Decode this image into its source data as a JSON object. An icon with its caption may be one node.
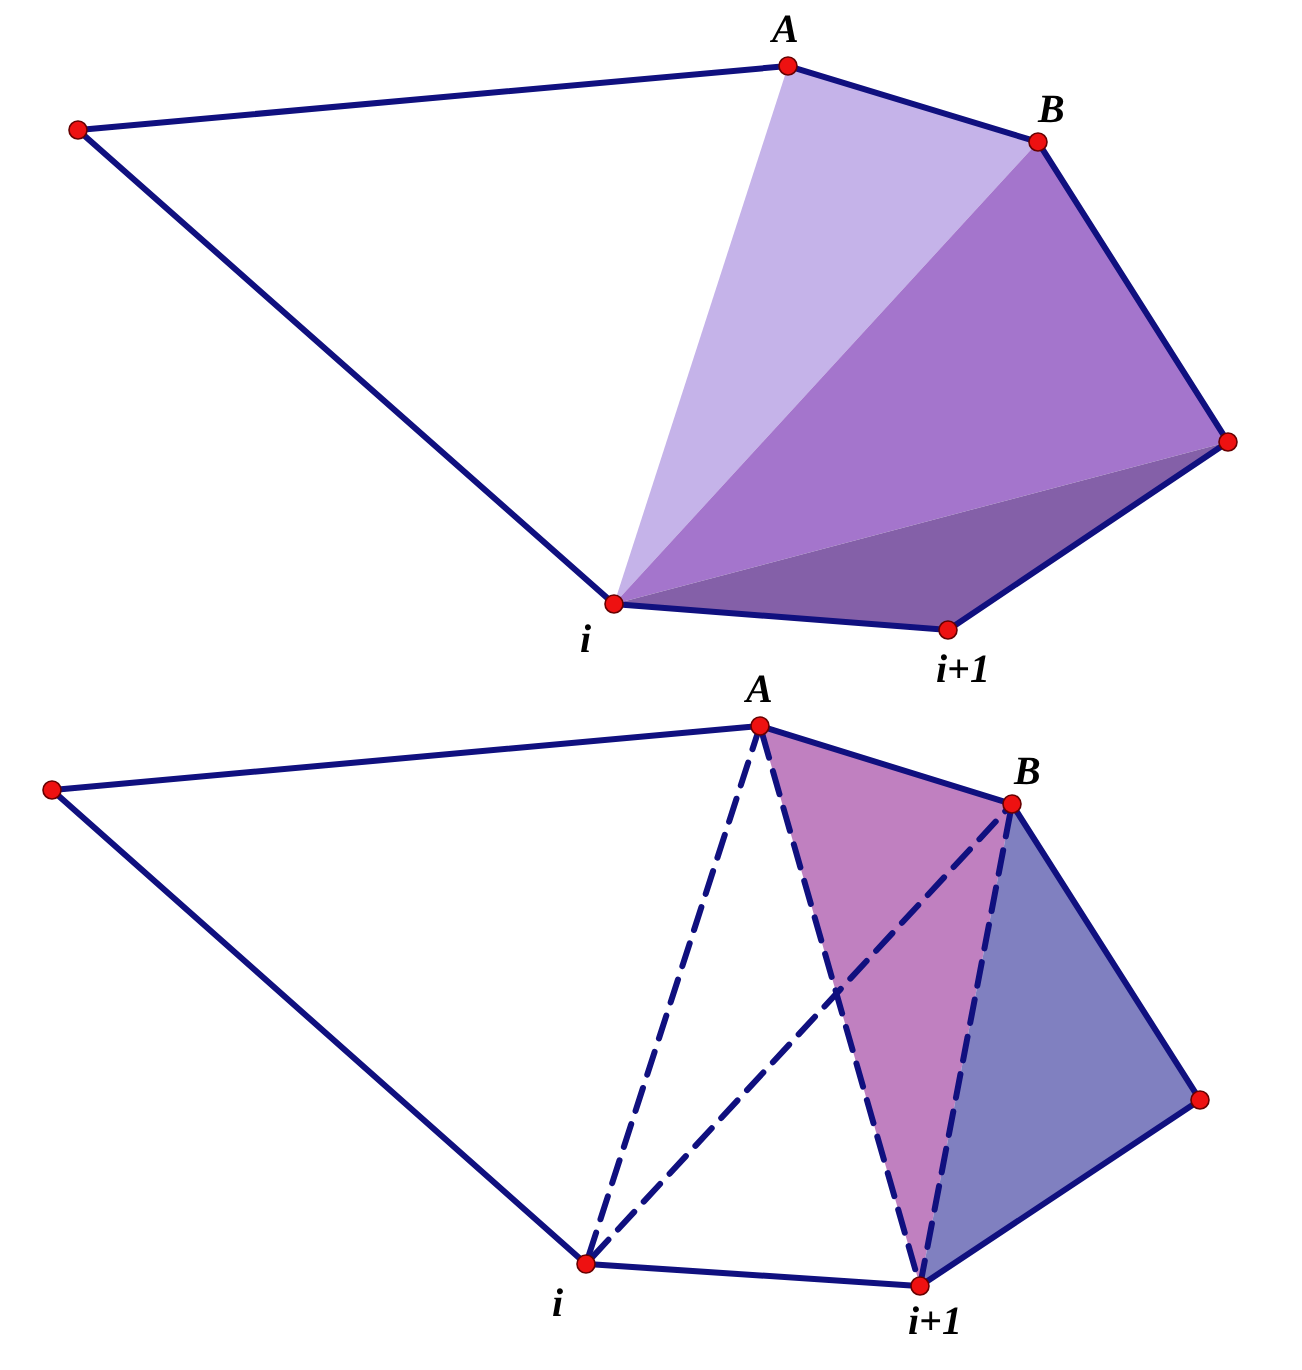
{
  "diagram": {
    "nodes": [
      {
        "text": [],
        "shape": "circle"
      },
      {
        "text": [],
        "shape": "circle",
        "beside": [
          "A"
        ]
      },
      {
        "text": [],
        "shape": "circle",
        "beside": [
          "B"
        ]
      },
      {
        "text": [],
        "shape": "circle"
      },
      {
        "text": [],
        "shape": "circle",
        "beside": [
          "i+1"
        ]
      },
      {
        "text": [],
        "shape": "circle",
        "beside": [
          "i"
        ]
      },
      {
        "text": [],
        "shape": "circle"
      },
      {
        "text": [],
        "shape": "circle",
        "beside": [
          "A"
        ]
      },
      {
        "text": [],
        "shape": "circle",
        "beside": [
          "B"
        ]
      },
      {
        "text": [],
        "shape": "circle"
      },
      {
        "text": [],
        "shape": "circle",
        "beside": [
          "i+1"
        ]
      },
      {
        "text": [],
        "shape": "circle",
        "beside": [
          "i"
        ]
      }
    ],
    "edges": [
      {
        "from": 0,
        "to": 1,
        "arrow": "none"
      },
      {
        "from": 1,
        "to": 2,
        "arrow": "none"
      },
      {
        "from": 2,
        "to": 3,
        "arrow": "none"
      },
      {
        "from": 3,
        "to": 4,
        "arrow": "none"
      },
      {
        "from": 4,
        "to": 5,
        "arrow": "none"
      },
      {
        "from": 5,
        "to": 0,
        "arrow": "none"
      },
      {
        "from": 6,
        "to": 7,
        "arrow": "none"
      },
      {
        "from": 7,
        "to": 8,
        "arrow": "none"
      },
      {
        "from": 8,
        "to": 9,
        "arrow": "none"
      },
      {
        "from": 9,
        "to": 10,
        "arrow": "none"
      },
      {
        "from": 10,
        "to": 11,
        "arrow": "none"
      },
      {
        "from": 11,
        "to": 6,
        "arrow": "none"
      },
      {
        "from": 11,
        "to": 7,
        "arrow": "none",
        "style": "dashed"
      },
      {
        "from": 11,
        "to": 8,
        "arrow": "none",
        "style": "dashed"
      },
      {
        "from": 7,
        "to": 10,
        "arrow": "none",
        "style": "dashed"
      },
      {
        "from": 8,
        "to": 10,
        "arrow": "none",
        "style": "dashed"
      }
    ]
  }
}
